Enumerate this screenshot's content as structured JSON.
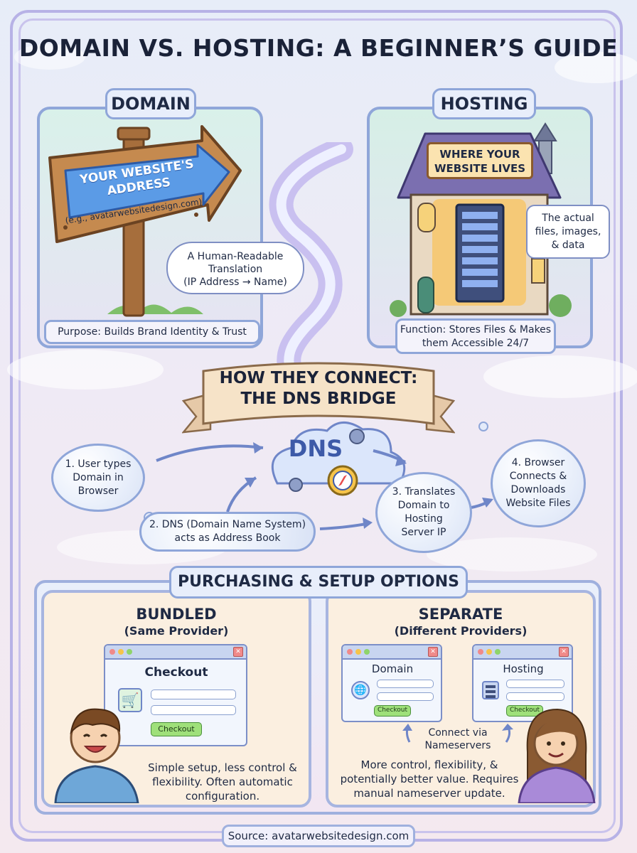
{
  "title": "DOMAIN VS. HOSTING: A BEGINNER’S GUIDE",
  "domain": {
    "tag": "DOMAIN",
    "sign_line1": "YOUR WEBSITE'S",
    "sign_line2": "ADDRESS",
    "sign_example": "(e.g., avatarwebsitedesign.com)",
    "cloud_line1": "A Human-Readable",
    "cloud_line2": "Translation",
    "cloud_line3": "(IP Address → Name)",
    "purpose": "Purpose: Builds Brand Identity & Trust"
  },
  "hosting": {
    "tag": "HOSTING",
    "sign_line1": "WHERE YOUR",
    "sign_line2": "WEBSITE LIVES",
    "callout_line1": "The actual",
    "callout_line2": "files, images,",
    "callout_line3": "& data",
    "function_line1": "Function: Stores Files & Makes",
    "function_line2": "them Accessible 24/7"
  },
  "bridge": {
    "banner_line1": "HOW THEY CONNECT:",
    "banner_line2": "THE DNS BRIDGE",
    "cloud_label": "DNS",
    "step1_line1": "1. User types",
    "step1_line2": "Domain in",
    "step1_line3": "Browser",
    "step2_line1": "2. DNS (Domain Name System)",
    "step2_line2": "acts as Address Book",
    "step3_line1": "3. Translates",
    "step3_line2": "Domain to",
    "step3_line3": "Hosting",
    "step3_line4": "Server IP",
    "step4_line1": "4. Browser",
    "step4_line2": "Connects &",
    "step4_line3": "Downloads",
    "step4_line4": "Website Files"
  },
  "purchasing": {
    "tag": "PURCHASING & SETUP OPTIONS",
    "bundled": {
      "heading": "BUNDLED",
      "subheading": "(Same Provider)",
      "window_title": "Checkout",
      "button": "Checkout",
      "desc_line1": "Simple setup, less control &",
      "desc_line2": "flexibility. Often automatic",
      "desc_line3": "configuration."
    },
    "separate": {
      "heading": "SEPARATE",
      "subheading": "(Different Providers)",
      "window1_title": "Domain",
      "window2_title": "Hosting",
      "button1": "Checkout",
      "button2": "Checkout",
      "connect_line1": "Connect via",
      "connect_line2": "Nameservers",
      "desc_line1": "More control, flexibility, &",
      "desc_line2": "potentially better value. Requires",
      "desc_line3": "manual nameserver update."
    }
  },
  "source": "Source: avatarwebsitedesign.com",
  "colors": {
    "frame": "#b7b2e6",
    "panel_border": "#8fa6d9",
    "sign_wood": "#b9824a",
    "sign_blue": "#5b9be6",
    "house_glow": "#f7c66a",
    "dns_text": "#3d5aa8",
    "checkout_green": "#9fe07a"
  }
}
